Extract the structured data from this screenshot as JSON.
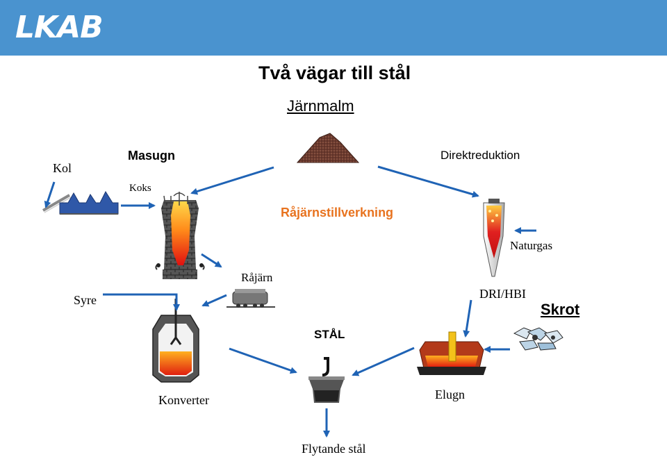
{
  "header": {
    "brand": "LKAB",
    "bar_color": "#4a93cf"
  },
  "title": "Två vägar till stål",
  "subtitle": "Järnmalm",
  "labels": {
    "kol": "Kol",
    "masugn": "Masugn",
    "koks": "Koks",
    "direktreduktion": "Direktreduktion",
    "rajarnstillverkning": "Råjärnstillverkning",
    "naturgas": "Naturgas",
    "rajarn": "Råjärn",
    "syre": "Syre",
    "dri_hbi": "DRI/HBI",
    "skrot": "Skrot",
    "stal": "STÅL",
    "konverter": "Konverter",
    "elugn": "Elugn",
    "flytande_stal": "Flytande stål"
  },
  "colors": {
    "arrow": "#1f63b5",
    "accent": "#e8731f",
    "ore": "#6b3a2e"
  }
}
